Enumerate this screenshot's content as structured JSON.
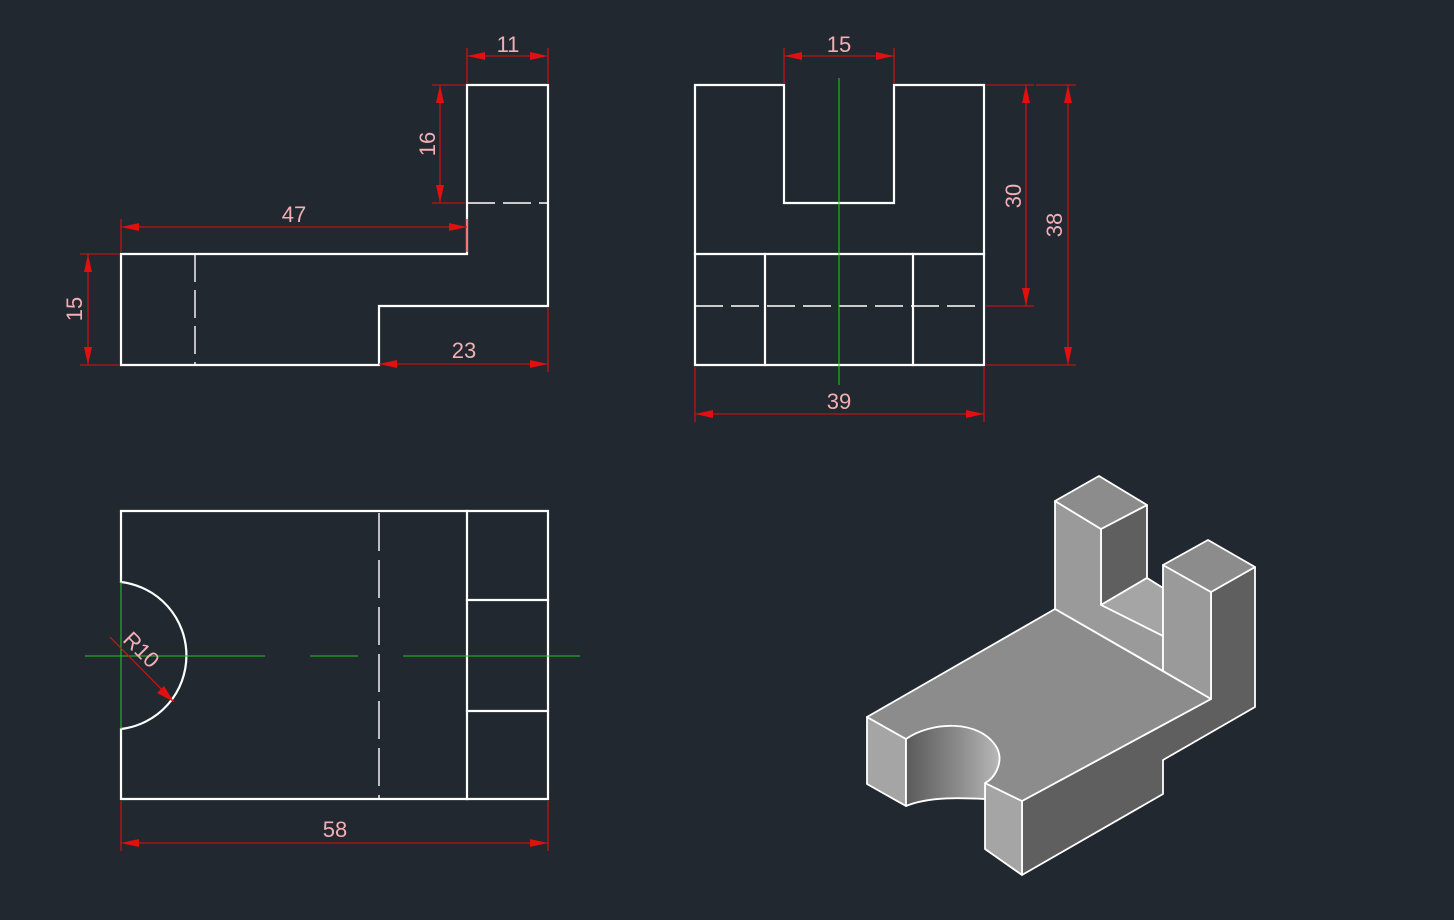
{
  "drawing": {
    "dimensions": {
      "front_width_top": "11",
      "front_height_upper": "16",
      "front_length": "47",
      "front_height_base": "15",
      "front_step_width": "23",
      "side_slot_width": "15",
      "side_height_slot": "30",
      "side_height_total": "38",
      "side_width": "39",
      "top_length": "58",
      "top_radius": "R10"
    },
    "colors": {
      "background": "#212830",
      "object_line": "#ffffff",
      "dimension_line": "#e01010",
      "dimension_text": "#f2aeb4",
      "center_line": "#22c422",
      "iso_top": "#8c8c8c",
      "iso_left": "#a5a5a5",
      "iso_right": "#5f5f5f"
    }
  }
}
